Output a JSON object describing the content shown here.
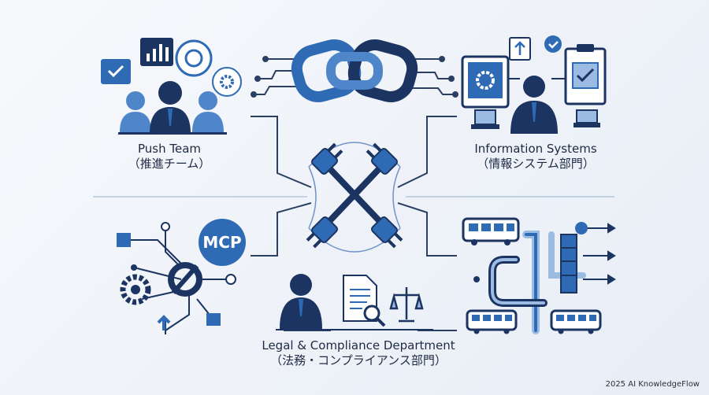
{
  "nodes": {
    "push_team": {
      "label_en": "Push Team",
      "label_ja": "（推進チーム）"
    },
    "info_systems": {
      "label_en": "Information Systems",
      "label_ja": "（情報システム部門）"
    },
    "legal": {
      "label_en": "Legal & Compliance Department",
      "label_ja": "（法務・コンプライアンス部門）"
    },
    "mcp": {
      "badge": "MCP"
    }
  },
  "footer": {
    "credit": "2025 AI KnowledgeFlow"
  },
  "colors": {
    "primary": "#2f6bb5",
    "navy": "#1b3461",
    "light": "#9bbbe3",
    "line": "#2b3f63"
  }
}
